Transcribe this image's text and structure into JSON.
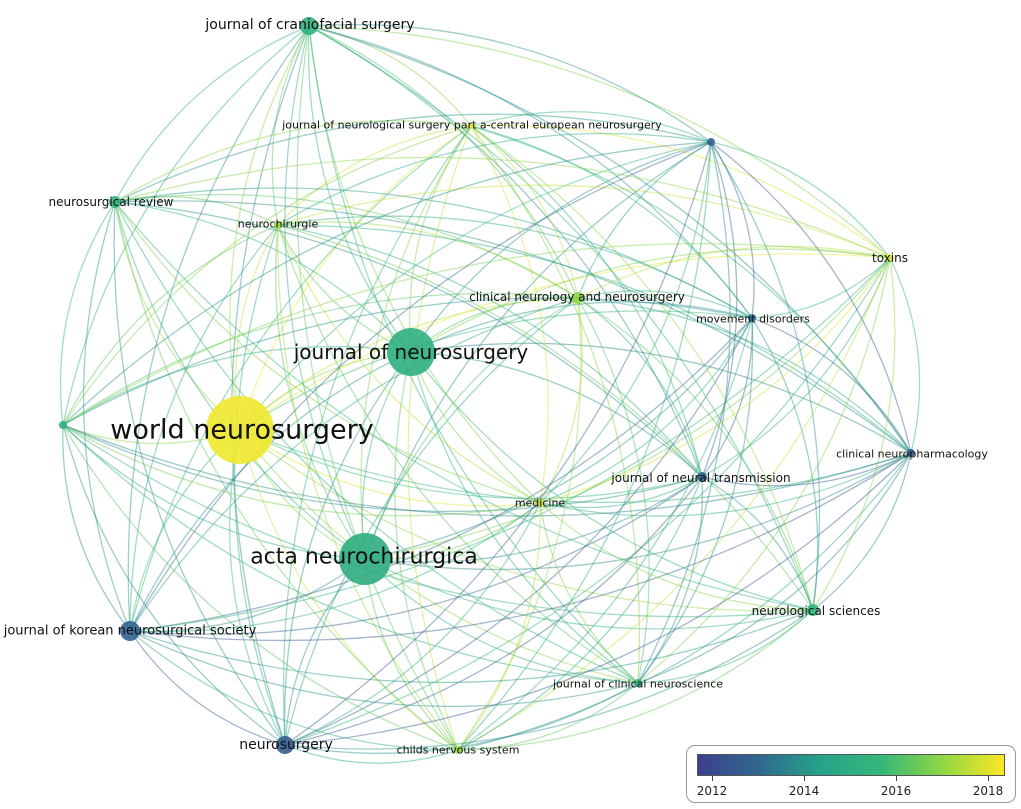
{
  "nodes": [
    {
      "id": "world_neurosurgery",
      "label": "world neurosurgery",
      "year": 2018.6
    },
    {
      "id": "journal_of_neurosurgery",
      "label": "journal of neurosurgery",
      "year": 2015.3
    },
    {
      "id": "acta_neurochirurgica",
      "label": "acta neurochirurgica",
      "year": 2015.2
    },
    {
      "id": "journal_of_craniofacial_surgery",
      "label": "journal of craniofacial surgery",
      "year": 2015.4
    },
    {
      "id": "journal_of_neurological_surgery_part_a",
      "label": "journal of neurological surgery part a-central european neurosurgery",
      "year": 2018.4
    },
    {
      "id": "neurosurgical_review",
      "label": "neurosurgical review",
      "year": 2015.5
    },
    {
      "id": "neurochirurgie",
      "label": "neurochirurgie",
      "year": 2017.3
    },
    {
      "id": "clinical_neurology_and_neurosurgery",
      "label": "clinical neurology and neurosurgery",
      "year": 2017.0
    },
    {
      "id": "movement_disorders",
      "label": "movement disorders",
      "year": 2013.0
    },
    {
      "id": "toxins",
      "label": "toxins",
      "year": 2018.3
    },
    {
      "id": "clinical_neuropharmacology",
      "label": "clinical neuropharmacology",
      "year": 2012.3
    },
    {
      "id": "journal_of_neural_transmission",
      "label": "journal of neural transmission",
      "year": 2012.8
    },
    {
      "id": "medicine",
      "label": "medicine",
      "year": 2018.0
    },
    {
      "id": "neurological_sciences",
      "label": "neurological sciences",
      "year": 2015.6
    },
    {
      "id": "journal_of_clinical_neuroscience",
      "label": "journal of clinical neuroscience",
      "year": 2015.3
    },
    {
      "id": "childs_nervous_system",
      "label": "childs nervous system",
      "year": 2017.3
    },
    {
      "id": "neurosurgery",
      "label": "neurosurgery",
      "year": 2012.6
    },
    {
      "id": "journal_of_korean_neurosurgical_society",
      "label": "journal of korean neurosurgical society",
      "year": 2012.8
    },
    {
      "id": "unlabeled_top_right",
      "label": "",
      "year": 2012.8
    },
    {
      "id": "unlabeled_left",
      "label": "",
      "year": 2015.3
    }
  ],
  "legend": {
    "ticks": [
      "2012",
      "2014",
      "2016",
      "2018"
    ],
    "colors": [
      "#3b3f8c",
      "#31688e",
      "#26a38a",
      "#35b779",
      "#90d743",
      "#fde725"
    ]
  }
}
